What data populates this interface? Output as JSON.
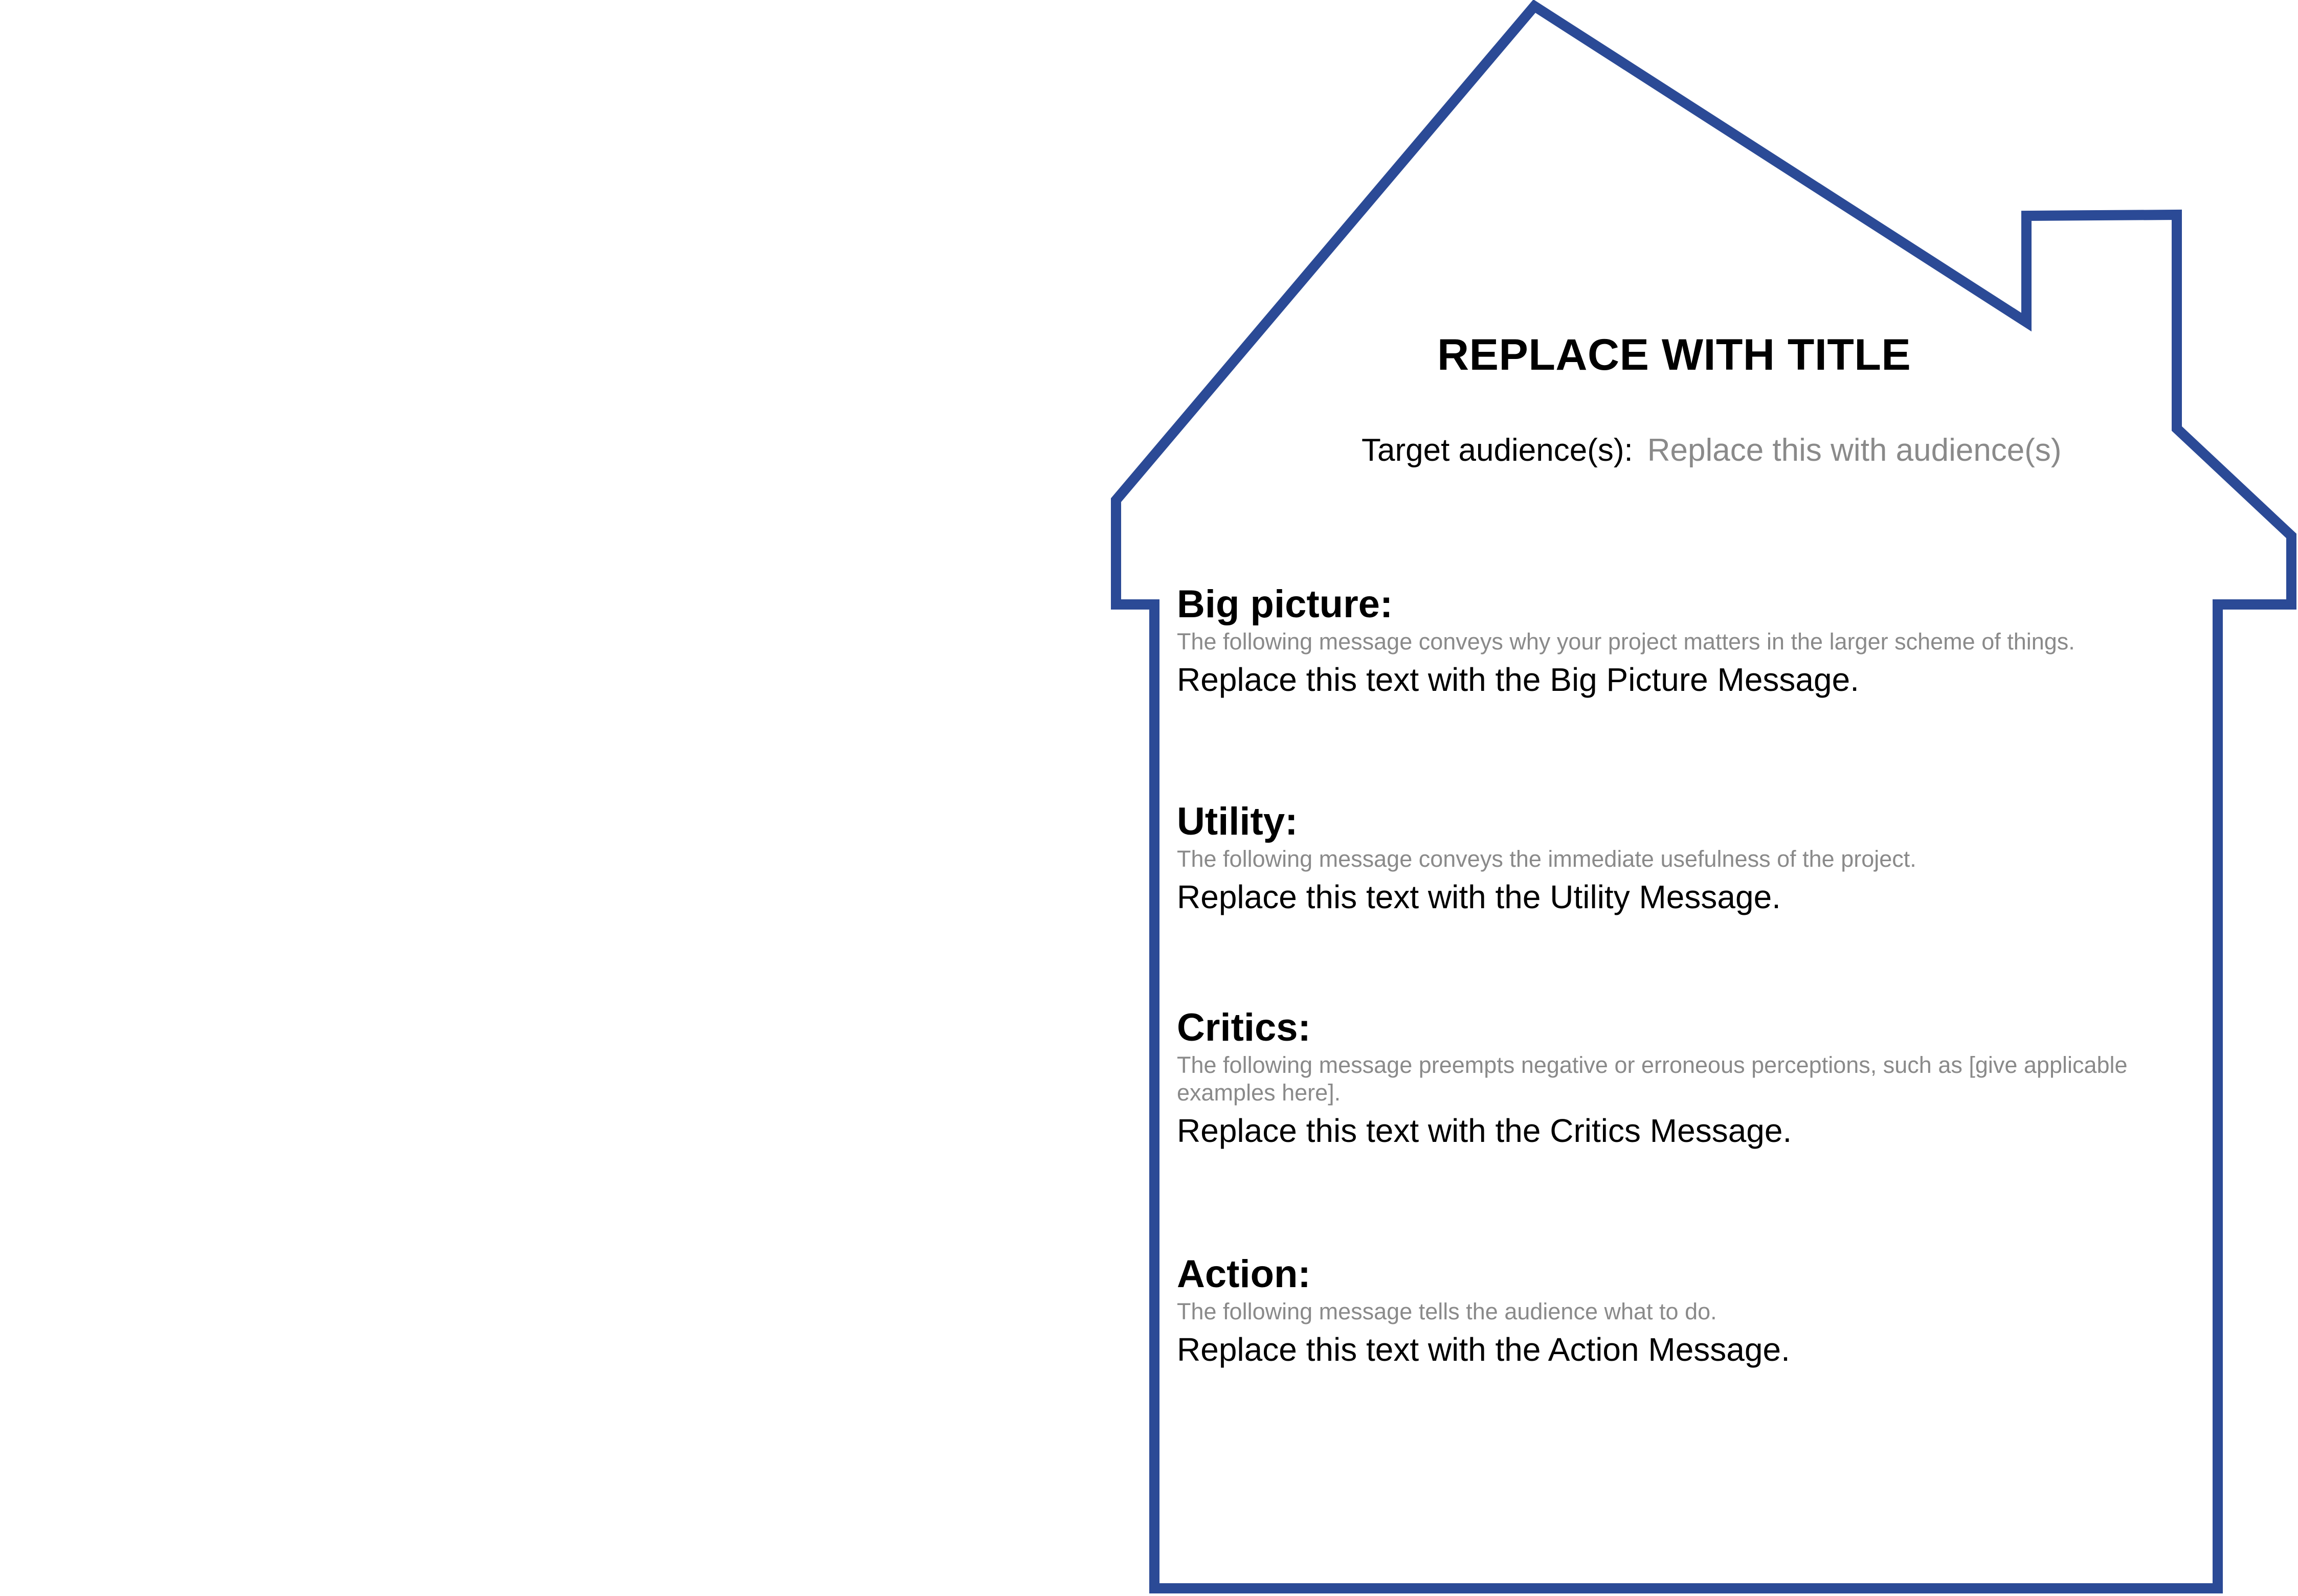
{
  "outline_color": "#2b4a96",
  "title": "REPLACE WITH TITLE",
  "audience": {
    "label": "Target audience(s):",
    "value": "Replace this with audience(s)"
  },
  "sections": [
    {
      "heading": "Big picture:",
      "description": "The following message conveys why your project matters in the larger scheme of things.",
      "message": "Replace this text with the Big Picture Message."
    },
    {
      "heading": "Utility:",
      "description": "The following message conveys the immediate usefulness of the project.",
      "message": "Replace this text with the Utility Message."
    },
    {
      "heading": "Critics:",
      "description": "The following message preempts negative or erroneous perceptions, such as [give applicable examples here].",
      "message": "Replace this text with the Critics Message."
    },
    {
      "heading": "Action:",
      "description": "The following message tells the audience what to do.",
      "message": "Replace this text with the Action Message."
    }
  ]
}
